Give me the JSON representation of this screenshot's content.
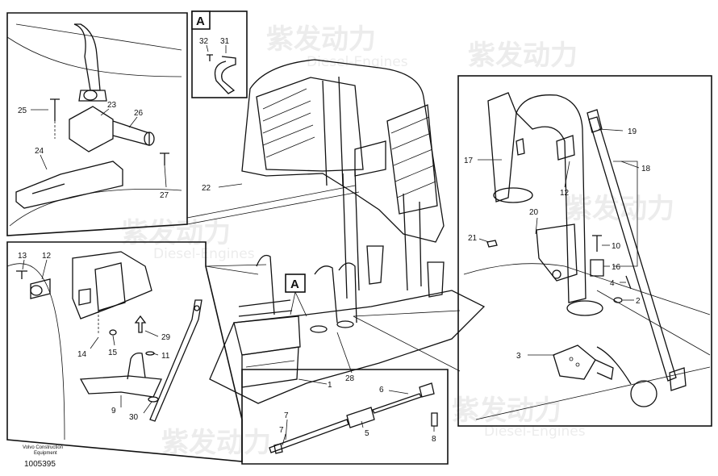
{
  "callout_A": "A",
  "footer": {
    "line1": "Volvo Construction",
    "line2": "Equipment",
    "doc_number": "1005395"
  },
  "watermark": {
    "brand_cn": "紫发动力",
    "brand_en": "Diesel-Engines"
  },
  "parts": {
    "p1": "1",
    "p2": "2",
    "p3": "3",
    "p4": "4",
    "p5": "5",
    "p6": "6",
    "p7a": "7",
    "p7b": "7",
    "p8": "8",
    "p9": "9",
    "p10": "10",
    "p11": "11",
    "p12a": "12",
    "p12b": "12",
    "p13": "13",
    "p14": "14",
    "p15": "15",
    "p16": "16",
    "p17": "17",
    "p18": "18",
    "p19": "19",
    "p20": "20",
    "p21": "21",
    "p22": "22",
    "p23": "23",
    "p24": "24",
    "p25": "25",
    "p26": "26",
    "p27": "27",
    "p28": "28",
    "p29": "29",
    "p30": "30",
    "p31": "31",
    "p32": "32"
  }
}
